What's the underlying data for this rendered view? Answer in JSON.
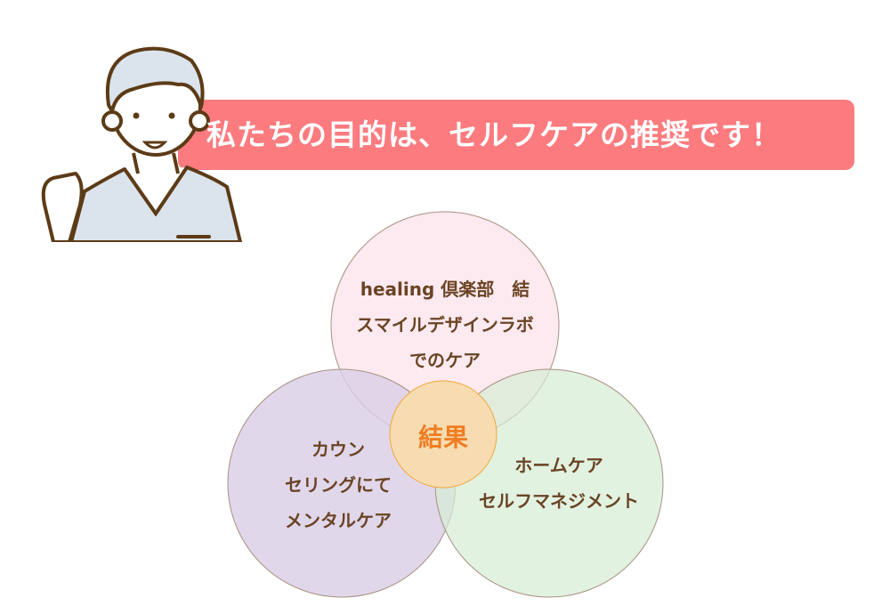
{
  "banner": {
    "text": "私たちの目的は、セルフケアの推奨です！"
  },
  "venn": {
    "top": {
      "lines": [
        "healing 倶楽部　結",
        "スマイルデザインラボ",
        "でのケア"
      ]
    },
    "left": {
      "lines": [
        "カウン",
        "セリングにて",
        "メンタルケア"
      ]
    },
    "right": {
      "lines": [
        "ホームケア",
        "セルフマネジメント"
      ]
    },
    "center": {
      "label": "結果"
    }
  },
  "colors": {
    "banner": "#fb7b7f",
    "text": "#6a4424",
    "center_text": "#f07d22",
    "top": "#fde8ee",
    "left": "#e1d7ec",
    "right": "#e1f2e0",
    "center": "#f6dcb0"
  }
}
